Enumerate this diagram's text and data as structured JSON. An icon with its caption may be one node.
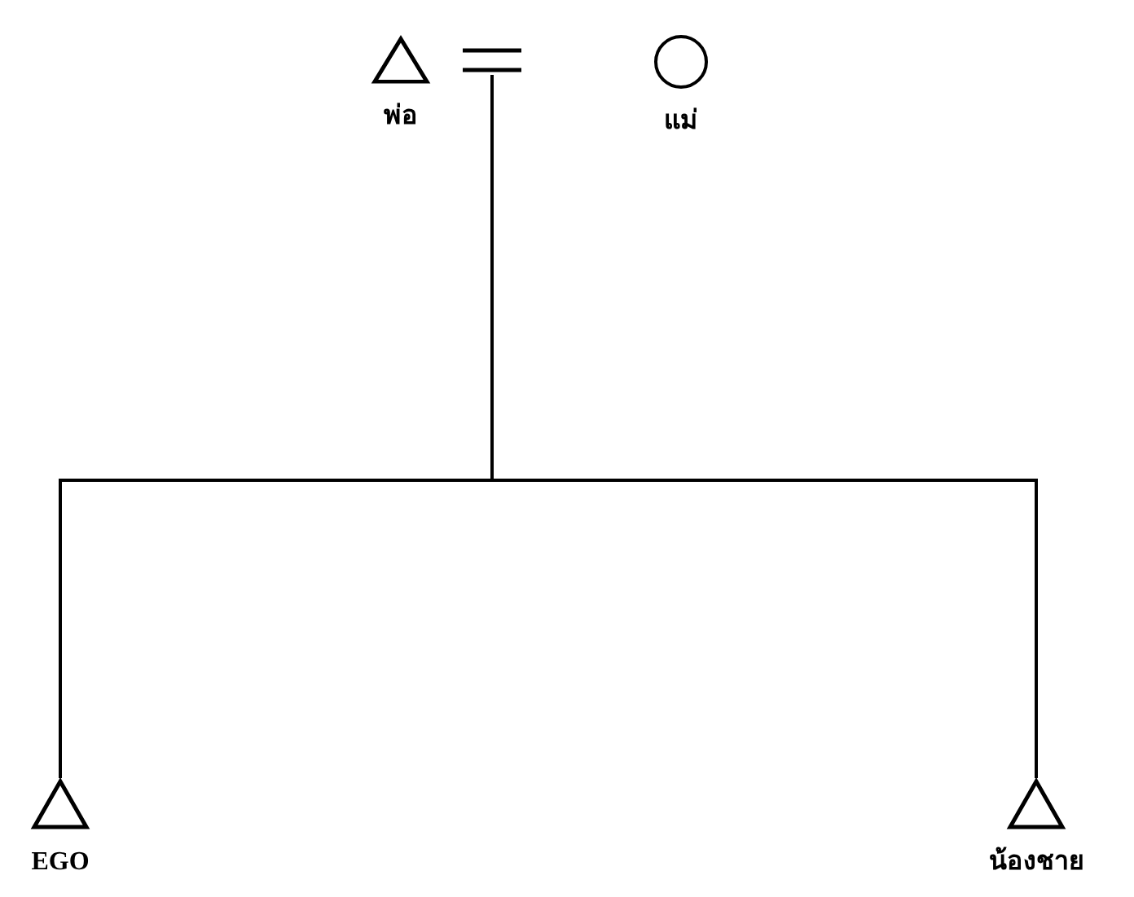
{
  "diagram": {
    "nodes": [
      {
        "text": [],
        "shape": "triangle",
        "beside": [
          "พ่อ"
        ]
      },
      {
        "text": [],
        "shape": "equals"
      },
      {
        "text": [],
        "shape": "circle",
        "beside": [
          "แม่"
        ]
      },
      {
        "text": [],
        "shape": "triangle",
        "beside": [
          "EGO"
        ]
      },
      {
        "text": [],
        "shape": "triangle",
        "beside": [
          "น้องชาย"
        ]
      }
    ],
    "edges": [
      {
        "from": 1,
        "to": 3,
        "arrow": "none"
      },
      {
        "from": 1,
        "to": 4,
        "arrow": "none"
      }
    ]
  }
}
